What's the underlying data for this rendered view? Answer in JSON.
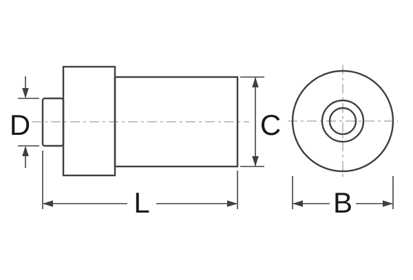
{
  "diagram": {
    "labels": {
      "diameter_shaft": "D",
      "diameter_body": "C",
      "length": "L",
      "diameter_front": "B"
    },
    "colors": {
      "line": "#3b4045",
      "centerline": "#9aa0a6",
      "text": "#17181a",
      "background": "#ffffff"
    }
  }
}
